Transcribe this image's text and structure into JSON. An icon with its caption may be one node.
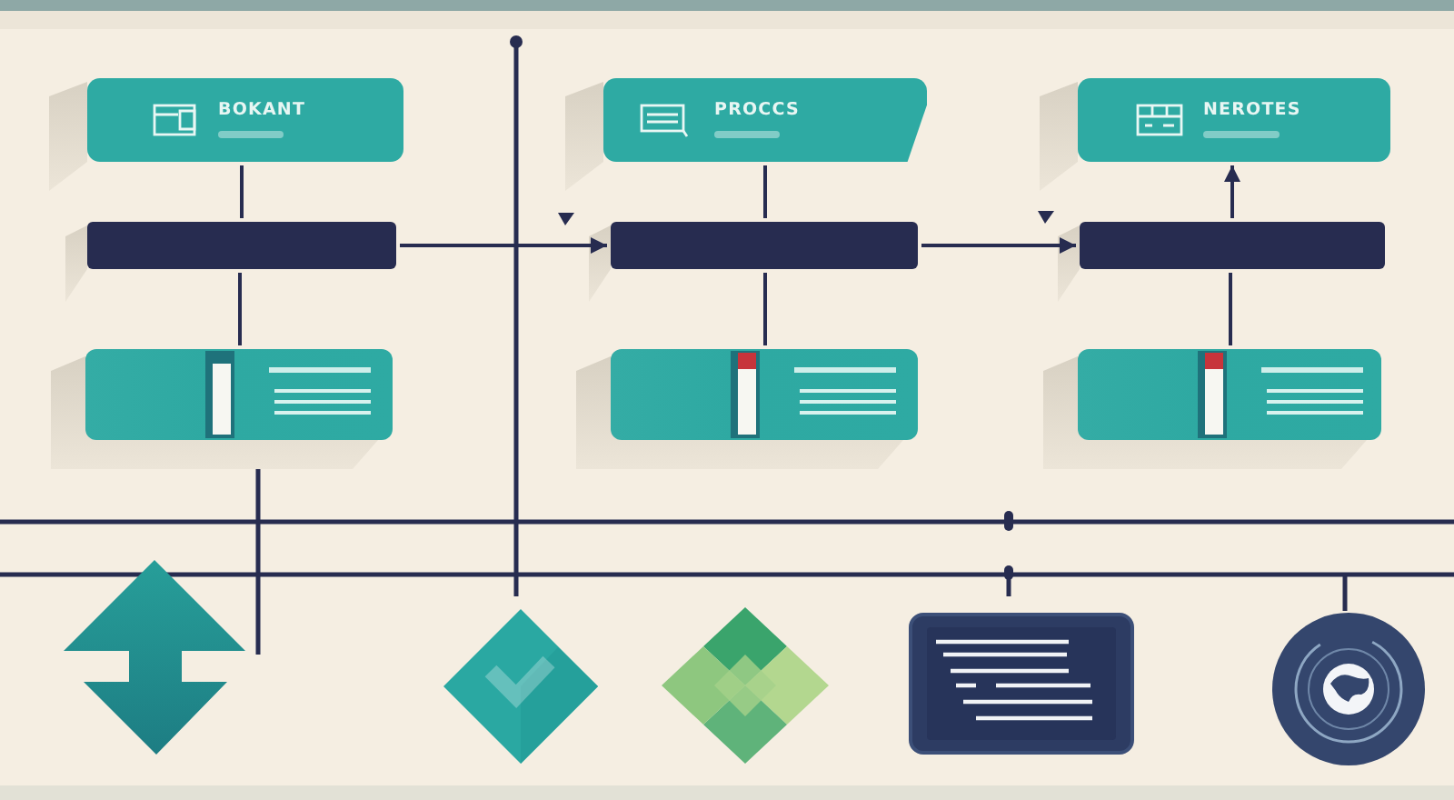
{
  "diagram": {
    "nodes": [
      {
        "text": [
          "BOKANT"
        ]
      },
      {
        "text": [
          "PROCCS"
        ]
      },
      {
        "text": [
          "NEROTES"
        ]
      },
      {
        "text": [],
        "shape": "bar"
      },
      {
        "text": [],
        "shape": "bar"
      },
      {
        "text": [],
        "shape": "bar"
      },
      {
        "text": [],
        "shape": "box"
      },
      {
        "text": [],
        "shape": "box"
      },
      {
        "text": [],
        "shape": "box"
      }
    ],
    "edges": [
      {
        "from": 0,
        "to": 3,
        "arrow": "none"
      },
      {
        "from": 1,
        "to": 4,
        "arrow": "none"
      },
      {
        "from": 5,
        "to": 2,
        "arrow": "to"
      },
      {
        "from": 3,
        "to": 4,
        "arrow": "to"
      },
      {
        "from": 4,
        "to": 5,
        "arrow": "to"
      },
      {
        "from": 3,
        "to": 6,
        "arrow": "none"
      },
      {
        "from": 4,
        "to": 7,
        "arrow": "none"
      },
      {
        "from": 5,
        "to": 8,
        "arrow": "none"
      }
    ]
  }
}
